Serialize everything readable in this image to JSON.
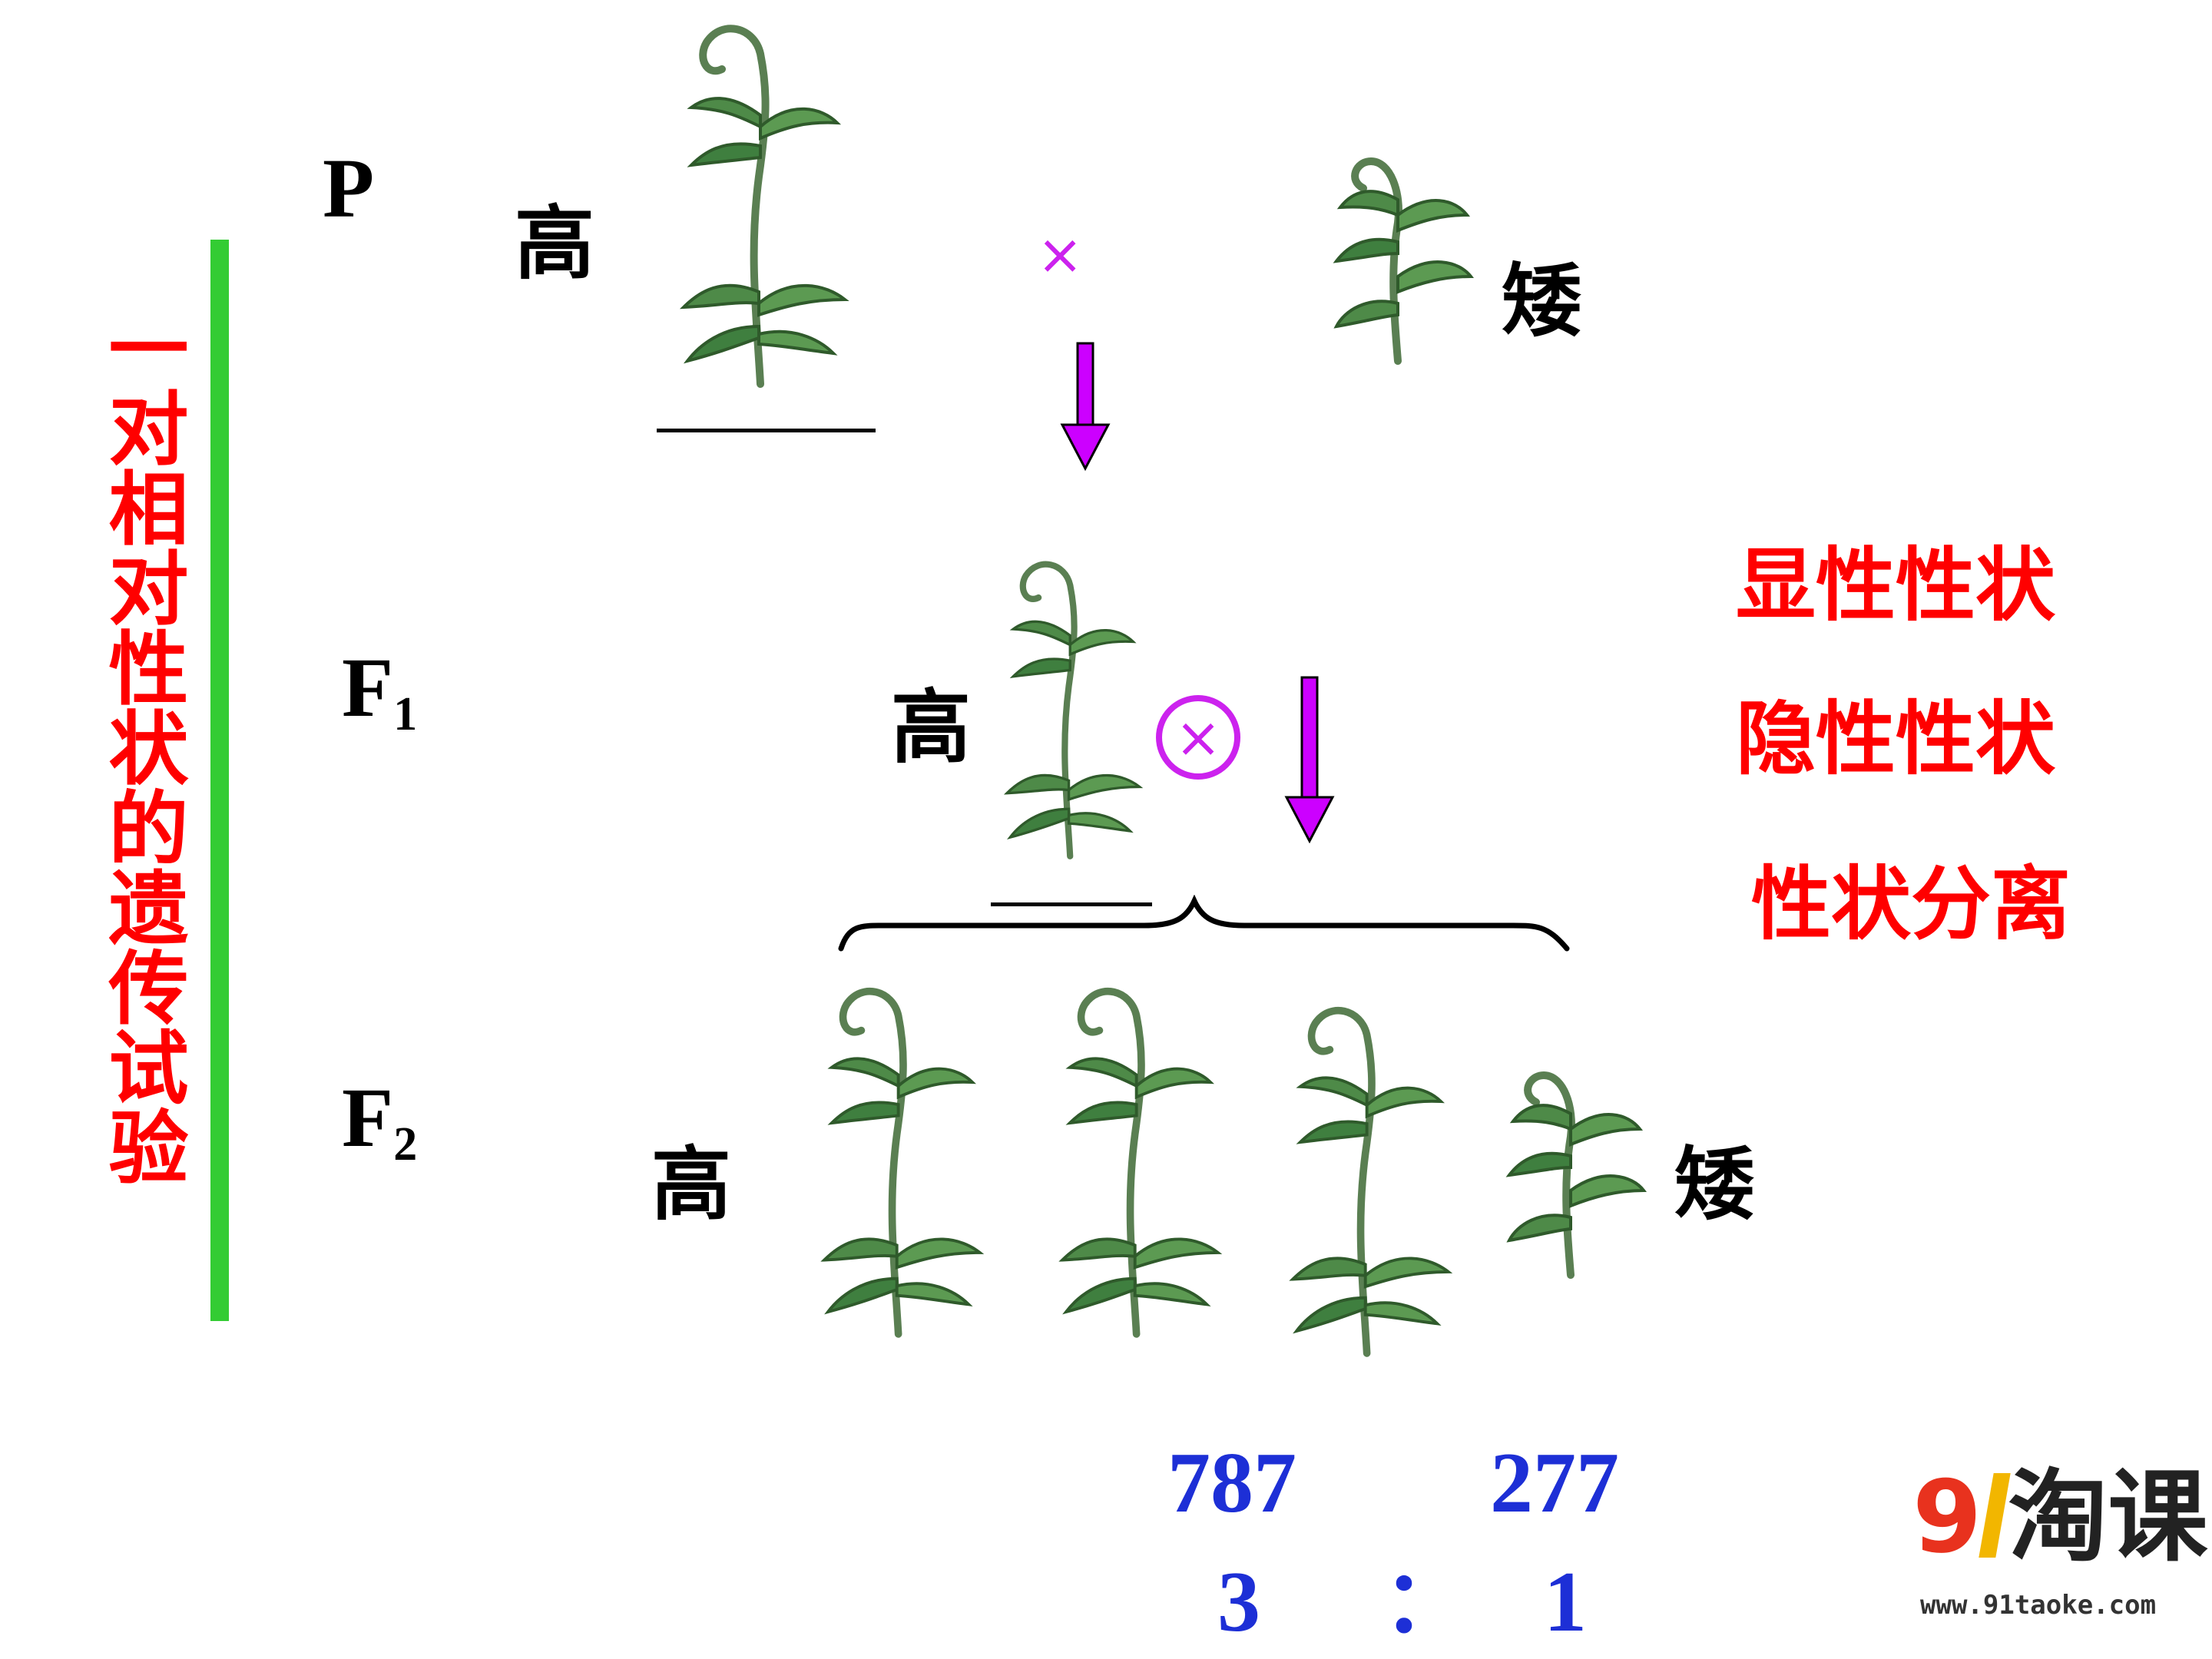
{
  "title": "一对相对性状的遗传试验",
  "generations": {
    "p": "P",
    "f": "F",
    "f1_sub": "1",
    "f2_sub": "2"
  },
  "labels": {
    "tall": "高",
    "short": "矮"
  },
  "symbols": {
    "cross": "×",
    "self_cross": "×"
  },
  "terms": {
    "dominant": "显性性状",
    "recessive": "隐性性状",
    "segregation": "性状分离"
  },
  "counts": {
    "tall": "787",
    "short": "277"
  },
  "ratio": {
    "left": "3",
    "sep": "：",
    "right": "1"
  },
  "logo": {
    "digit": "9",
    "name": "淘课",
    "url": "www.91taoke.com"
  },
  "colors": {
    "title": "#ff0000",
    "bar": "#33cc33",
    "arrow": "#cc00ff",
    "numbers": "#1d2fd6",
    "plant": "#3f7f3f"
  }
}
